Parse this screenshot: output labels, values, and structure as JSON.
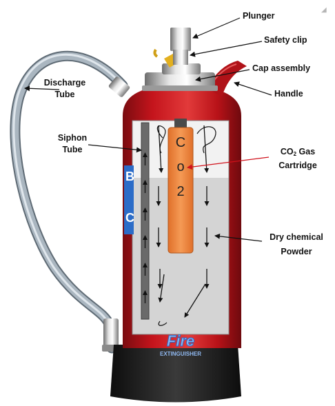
{
  "labels": {
    "plunger": "Plunger",
    "safety_clip": "Safety clip",
    "cap_assembly": "Cap assembly",
    "handle": "Handle",
    "discharge_tube_line1": "Discharge",
    "discharge_tube_line2": "Tube",
    "siphon_tube_line1": "Siphon",
    "siphon_tube_line2": "Tube",
    "co2_gas_prefix": "CO",
    "co2_gas_subscript": "2",
    "co2_gas_suffix": " Gas",
    "cartridge": "Cartridge",
    "dry_chemical": "Dry chemical",
    "powder": "Powder"
  },
  "cartridge_text": {
    "c": "C",
    "o": "o",
    "two": "2"
  },
  "cylinder_text": {
    "side_letter_1": "B",
    "side_letter_2": "C",
    "brand": "Fire",
    "brand_sub": "EXTINGUISHER"
  },
  "colors": {
    "cylinder_red": "#c4141c",
    "cylinder_dark": "#7a0c10",
    "cutaway_fill": "#e9e9e9",
    "powder_fill": "#cfcfcf",
    "cartridge_orange": "#f0883e",
    "hose": "#9aa8b4",
    "base_black": "#1c1c1c",
    "leader_line": "#111111",
    "pointer_red": "#d0101a",
    "label_blue": "#2b6cc8"
  },
  "icons": {
    "corner": "resize-corner-icon"
  }
}
